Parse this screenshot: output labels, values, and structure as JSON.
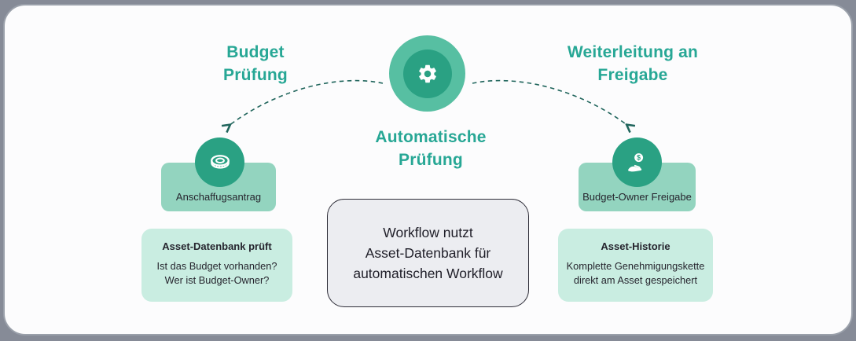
{
  "diagram": {
    "headings": {
      "left": "Budget\nPrüfung",
      "right": "Weiterleitung an\nFreigabe",
      "center": "Automatische\nPrüfung"
    },
    "left_branch": {
      "icon": "coin-icon",
      "label": "Anschaffugsantrag",
      "card_title": "Asset-Datenbank prüft",
      "card_body": "Ist das Budget vorhanden?\nWer ist Budget-Owner?"
    },
    "center_node": {
      "icon": "gear-icon"
    },
    "center_note": {
      "text": "Workflow nutzt\nAsset-Datenbank für\nautomatischen Workflow"
    },
    "right_branch": {
      "icon": "hand-dollar-icon",
      "label": "Budget-Owner Freigabe",
      "card_title": "Asset-Historie",
      "card_body": "Komplette Genehmigungskette\ndirekt am Asset gespeichert"
    },
    "colors": {
      "teal_heading": "#27a795",
      "icon_circle": "#2aa183",
      "icon_halo": "#57bfa2",
      "label_box": "#93d4bf",
      "info_box": "#c9ede1",
      "center_box_bg": "#ecedf1",
      "center_box_border": "#2e2d38",
      "arrow": "#20655c",
      "dark_text": "#26252e",
      "frame_bg": "#868b97",
      "card_border": "#9aa0aa"
    }
  }
}
